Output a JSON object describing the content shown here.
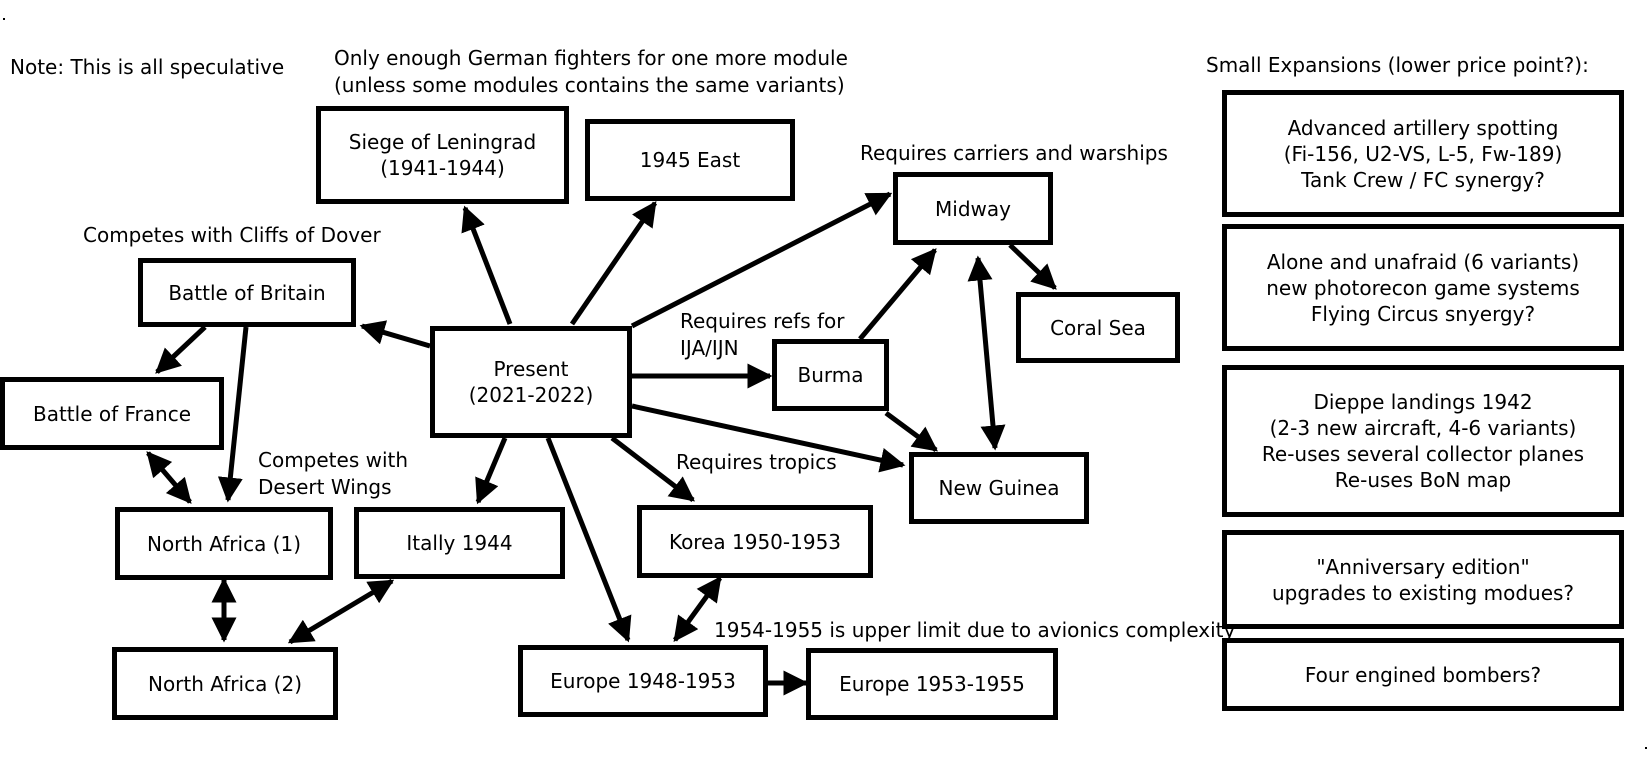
{
  "nodes": {
    "leningrad": [
      "Siege of Leningrad",
      "(1941-1944)"
    ],
    "east1945": [
      "1945 East"
    ],
    "midway": [
      "Midway"
    ],
    "britain": [
      "Battle of Britain"
    ],
    "coral": [
      "Coral Sea"
    ],
    "present": [
      "Present",
      "(2021-2022)"
    ],
    "burma": [
      "Burma"
    ],
    "france": [
      "Battle of France"
    ],
    "newguinea": [
      "New Guinea"
    ],
    "northafrica1": [
      "North Africa (1)"
    ],
    "italy": [
      "Itally 1944"
    ],
    "korea": [
      "Korea 1950-1953"
    ],
    "northafrica2": [
      "North Africa (2)"
    ],
    "europe4853": [
      "Europe 1948-1953"
    ],
    "europe5355": [
      "Europe 1953-1955"
    ]
  },
  "annotations": {
    "speculative": [
      "Note: This is all speculative"
    ],
    "german_fighters": [
      "Only enough German fighters for one more module",
      "(unless some modules contains the same variants)"
    ],
    "carriers": [
      "Requires carriers and warships"
    ],
    "cliffs": [
      "Competes with Cliffs of Dover"
    ],
    "refs": [
      "Requires refs for",
      "IJA/IJN"
    ],
    "desert": [
      "Competes with",
      "Desert Wings"
    ],
    "tropics": [
      "Requires tropics"
    ],
    "avionics": [
      "1954-1955 is upper limit due to avionics complexity"
    ]
  },
  "expansions": {
    "title": "Small Expansions (lower price point?):",
    "items": [
      [
        "Advanced artillery spotting",
        "(Fi-156, U2-VS, L-5, Fw-189)",
        "Tank Crew / FC synergy?"
      ],
      [
        "Alone and unafraid (6 variants)",
        "new photorecon game systems",
        "Flying Circus snyergy?"
      ],
      [
        "Dieppe landings 1942",
        "(2-3 new aircraft, 4-6 variants)",
        "Re-uses several collector planes",
        "Re-uses BoN map"
      ],
      [
        "\"Anniversary edition\"",
        "upgrades to existing modues?"
      ],
      [
        "Four engined bombers?"
      ]
    ]
  }
}
